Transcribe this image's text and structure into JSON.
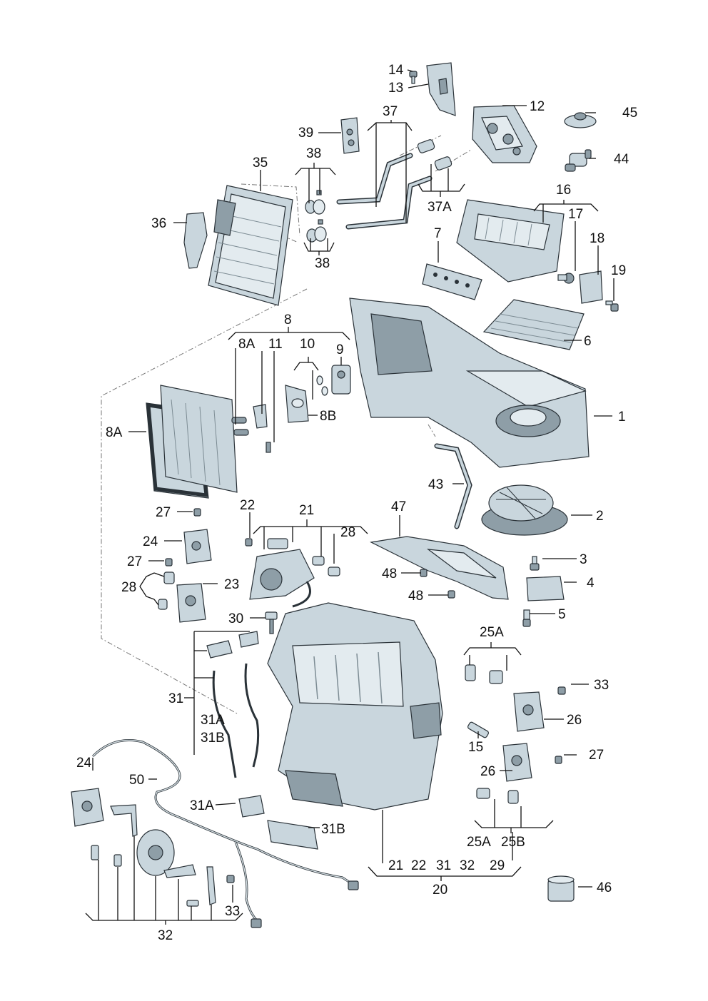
{
  "callouts": {
    "c14": "14",
    "c13": "13",
    "c37": "37",
    "c12": "12",
    "c45": "45",
    "c39": "39",
    "c38a": "38",
    "c35": "35",
    "c44": "44",
    "c16": "16",
    "c37a": "37A",
    "c17": "17",
    "c36": "36",
    "c7": "7",
    "c18": "18",
    "c38b": "38",
    "c19": "19",
    "c8": "8",
    "c6": "6",
    "c8a1": "8A",
    "c11": "11",
    "c10": "10",
    "c9": "9",
    "c8b": "8B",
    "c1": "1",
    "c8a2": "8A",
    "c43": "43",
    "c22": "22",
    "c21": "21",
    "c47": "47",
    "c27a": "27",
    "c2": "2",
    "c28a": "28",
    "c24a": "24",
    "c27b": "27",
    "c3": "3",
    "c48a": "48",
    "c28b": "28",
    "c23": "23",
    "c4": "4",
    "c48b": "48",
    "c30": "30",
    "c5": "5",
    "c25a1": "25A",
    "c33a": "33",
    "c31": "31",
    "c26a": "26",
    "c31a1": "31A",
    "c31b1": "31B",
    "c15": "15",
    "c27c": "27",
    "c24b": "24",
    "c26b": "26",
    "c50": "50",
    "c31a2": "31A",
    "c31b2": "31B",
    "c25a2": "25A",
    "c25b": "25B",
    "c20row": [
      "21",
      "22",
      "31",
      "32"
    ],
    "c29": "29",
    "c20": "20",
    "c33b": "33",
    "c46": "46",
    "c32": "32"
  }
}
